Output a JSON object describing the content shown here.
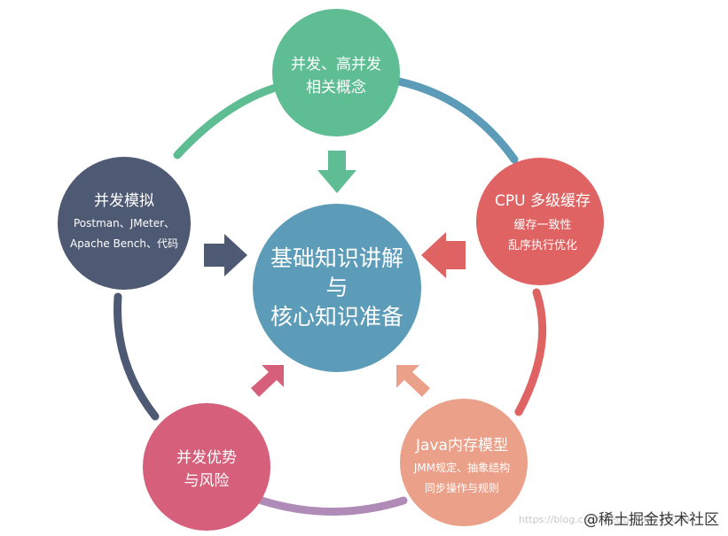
{
  "center": {
    "lines": [
      "基础知识讲解",
      "与",
      "核心知识准备"
    ],
    "color": "#5c9cb8"
  },
  "nodes": {
    "top": {
      "title": "并发、高并发",
      "sub": [
        "相关概念"
      ],
      "color": "#5fbd93"
    },
    "right": {
      "title": "CPU 多级缓存",
      "sub": [
        "缓存一致性",
        "乱序执行优化"
      ],
      "color": "#df6363"
    },
    "bottom_right": {
      "title": "Java内存模型",
      "sub": [
        "JMM规定、抽象结构",
        "同步操作与规则"
      ],
      "color": "#eba08a"
    },
    "bottom_left": {
      "title": "并发优势",
      "sub": [
        "与风险"
      ],
      "color": "#d65f7b"
    },
    "left": {
      "title": "并发模拟",
      "sub": [
        "Postman、JMeter、",
        "Apache Bench、代码"
      ],
      "color": "#4e5a73"
    }
  },
  "ring_colors": {
    "top_left": "#5fbd93",
    "top_right": "#5c9cb8",
    "right": "#df6363",
    "bottom": "#b18bb8",
    "left": "#4e5a73"
  },
  "arrow_colors": {
    "top": "#5fbd93",
    "right": "#df6363",
    "bottom_right": "#eba08a",
    "bottom_left": "#d65f7b",
    "left": "#4e5a73"
  },
  "watermark": {
    "brand": "@稀土掘金技术社区",
    "url": "https://blog.csdn.net/qq_37128049"
  }
}
